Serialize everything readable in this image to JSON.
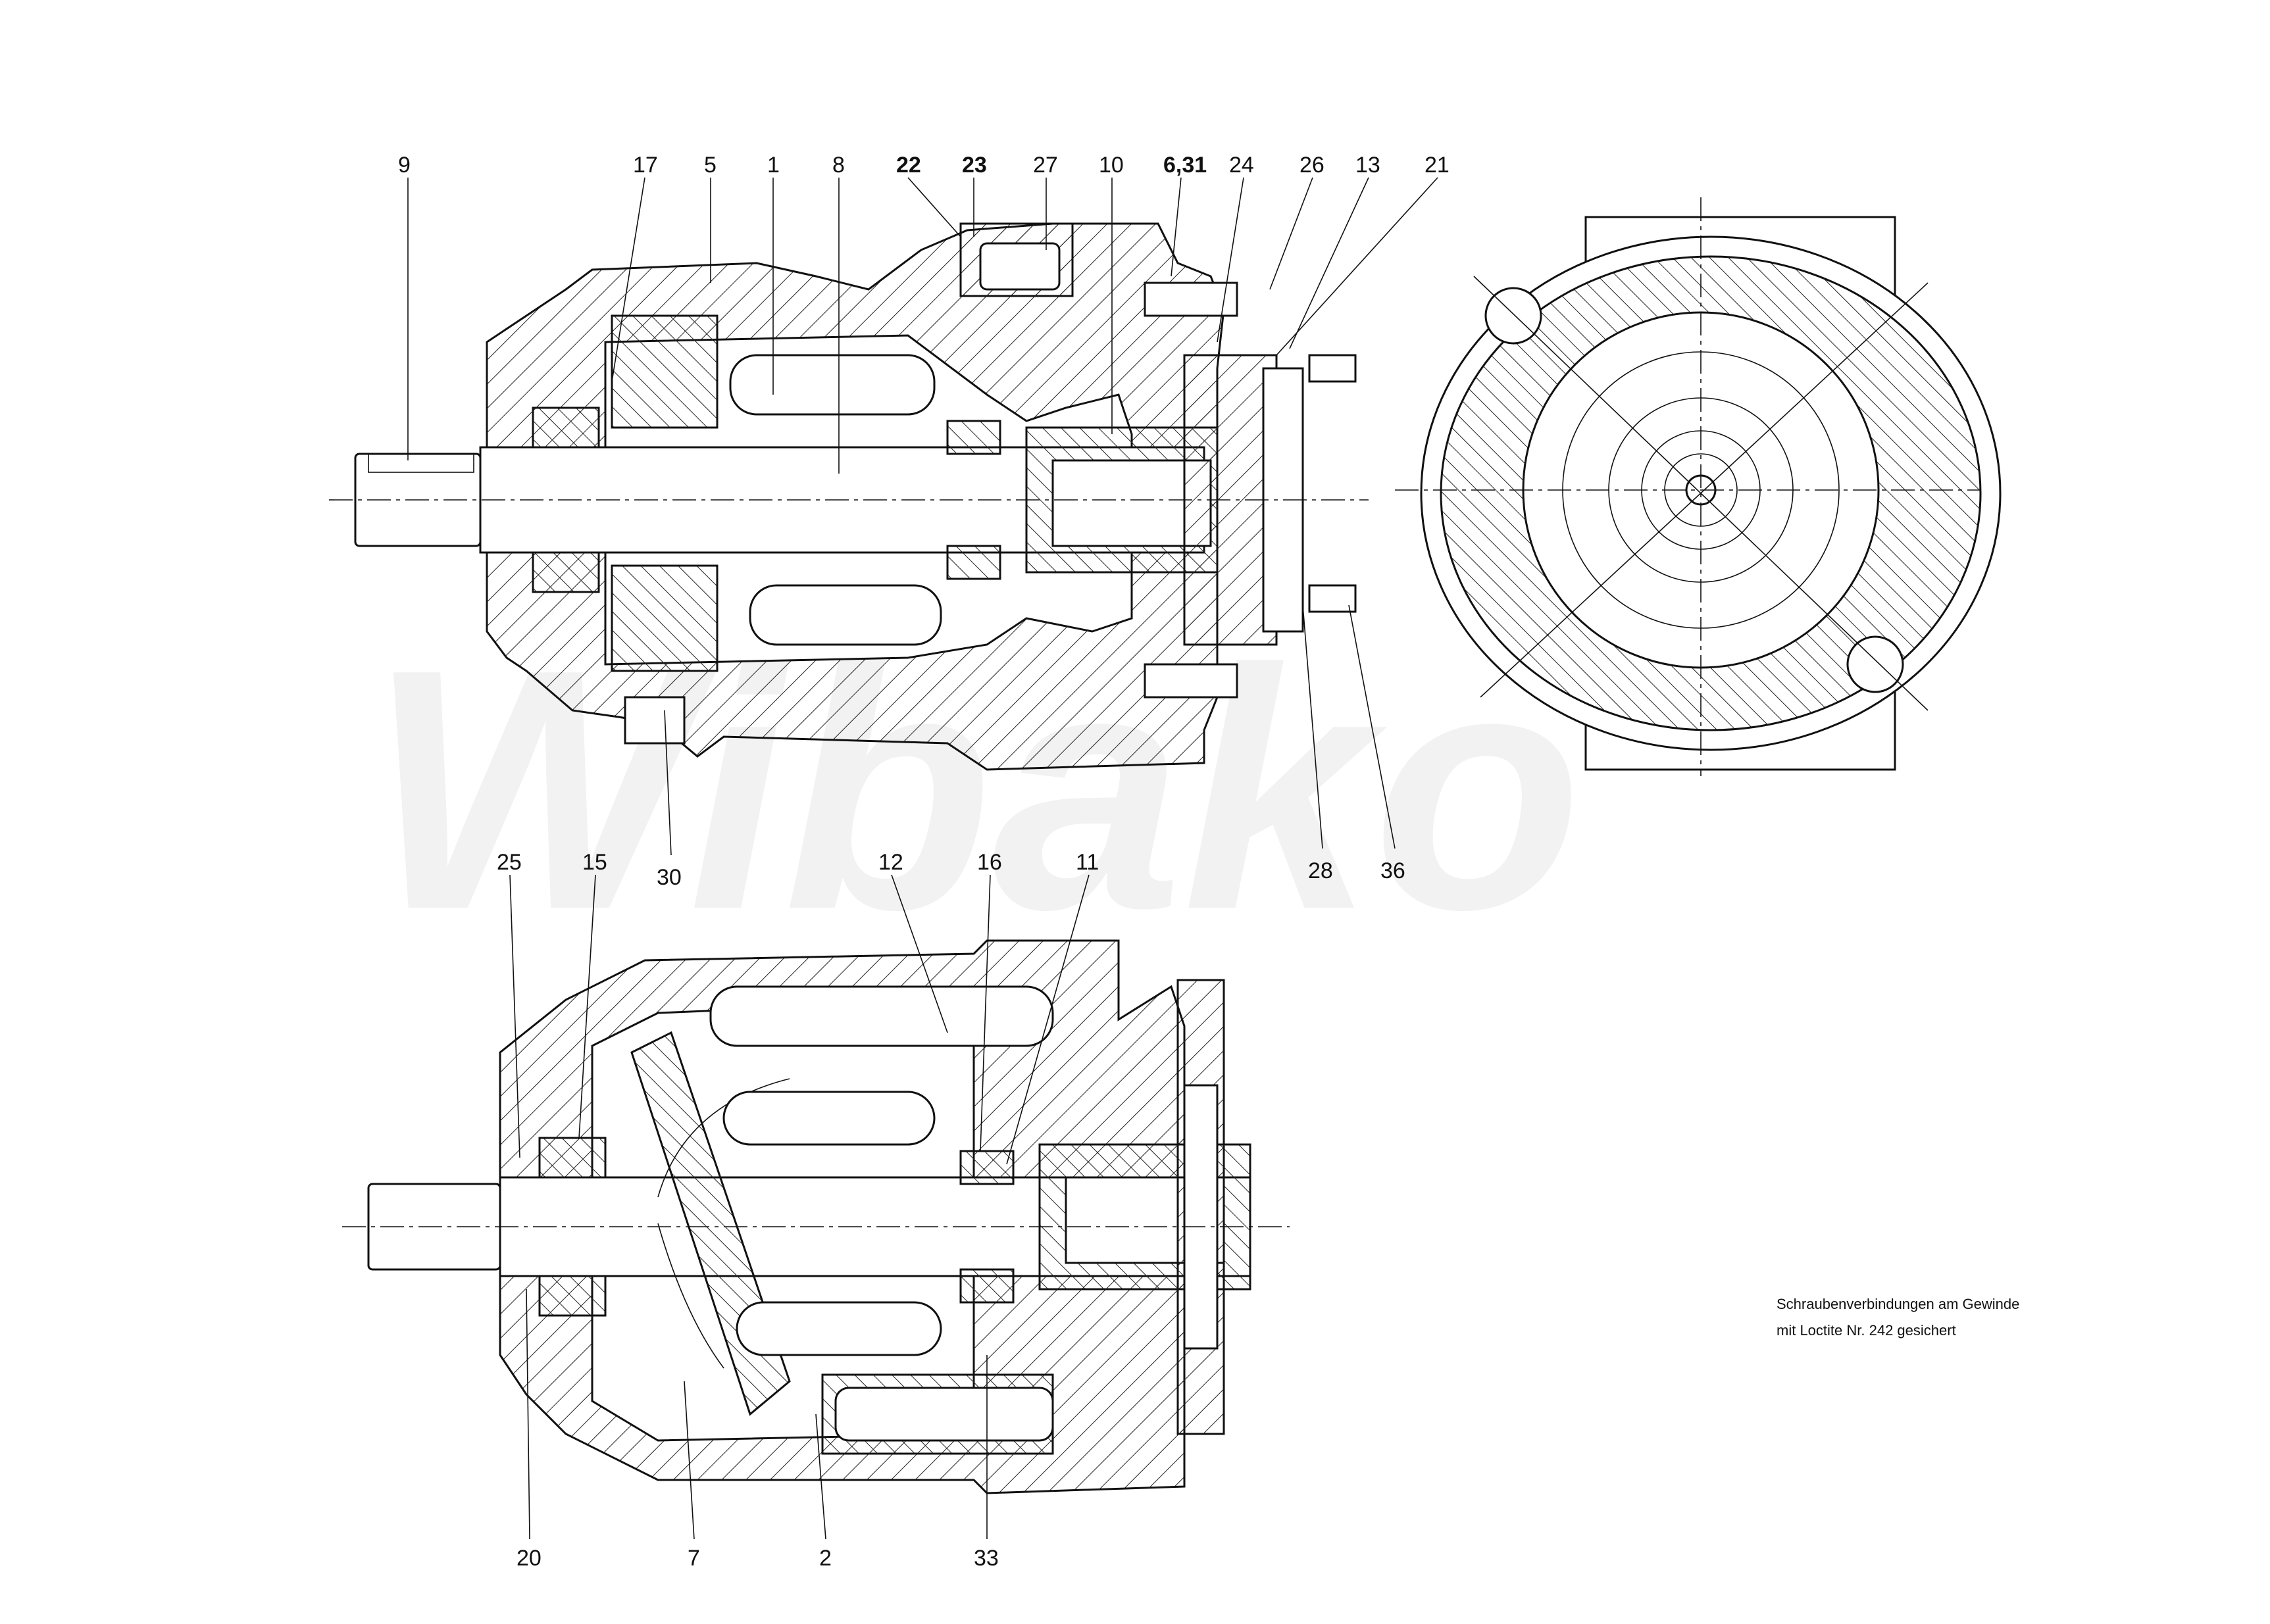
{
  "drawing": {
    "watermark": "Wibako",
    "top_view": {
      "callouts_top": [
        "9",
        "17",
        "5",
        "1",
        "8",
        "22",
        "23",
        "27",
        "10",
        "6,31",
        "24",
        "26",
        "13",
        "21"
      ],
      "callouts_bottom": [
        "30",
        "28",
        "36"
      ]
    },
    "bottom_view": {
      "callouts_top": [
        "25",
        "15",
        "12",
        "16",
        "11"
      ],
      "callouts_bottom": [
        "20",
        "7",
        "2",
        "33"
      ]
    },
    "note": {
      "line1": "Schraubenverbindungen am Gewinde",
      "line2": "mit Loctite Nr. 242 gesichert"
    }
  }
}
